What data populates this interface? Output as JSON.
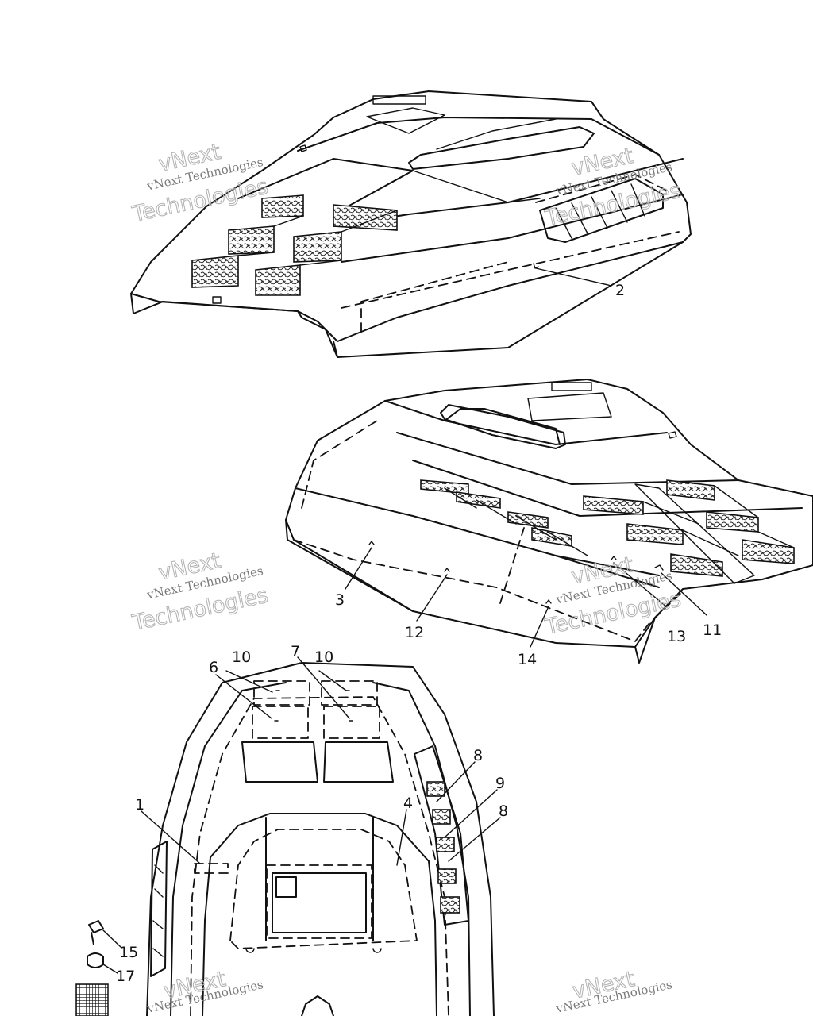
{
  "diagram": {
    "watermark": {
      "lines": [
        "vNext Technologies",
        "vNext",
        "Technologies"
      ]
    },
    "callouts": {
      "c1": "1",
      "c2": "2",
      "c3": "3",
      "c4": "4",
      "c6": "6",
      "c7": "7",
      "c8a": "8",
      "c8b": "8",
      "c9": "9",
      "c10a": "10",
      "c10b": "10",
      "c11": "11",
      "c12": "12",
      "c13": "13",
      "c14": "14",
      "c15": "15",
      "c17": "17"
    }
  }
}
